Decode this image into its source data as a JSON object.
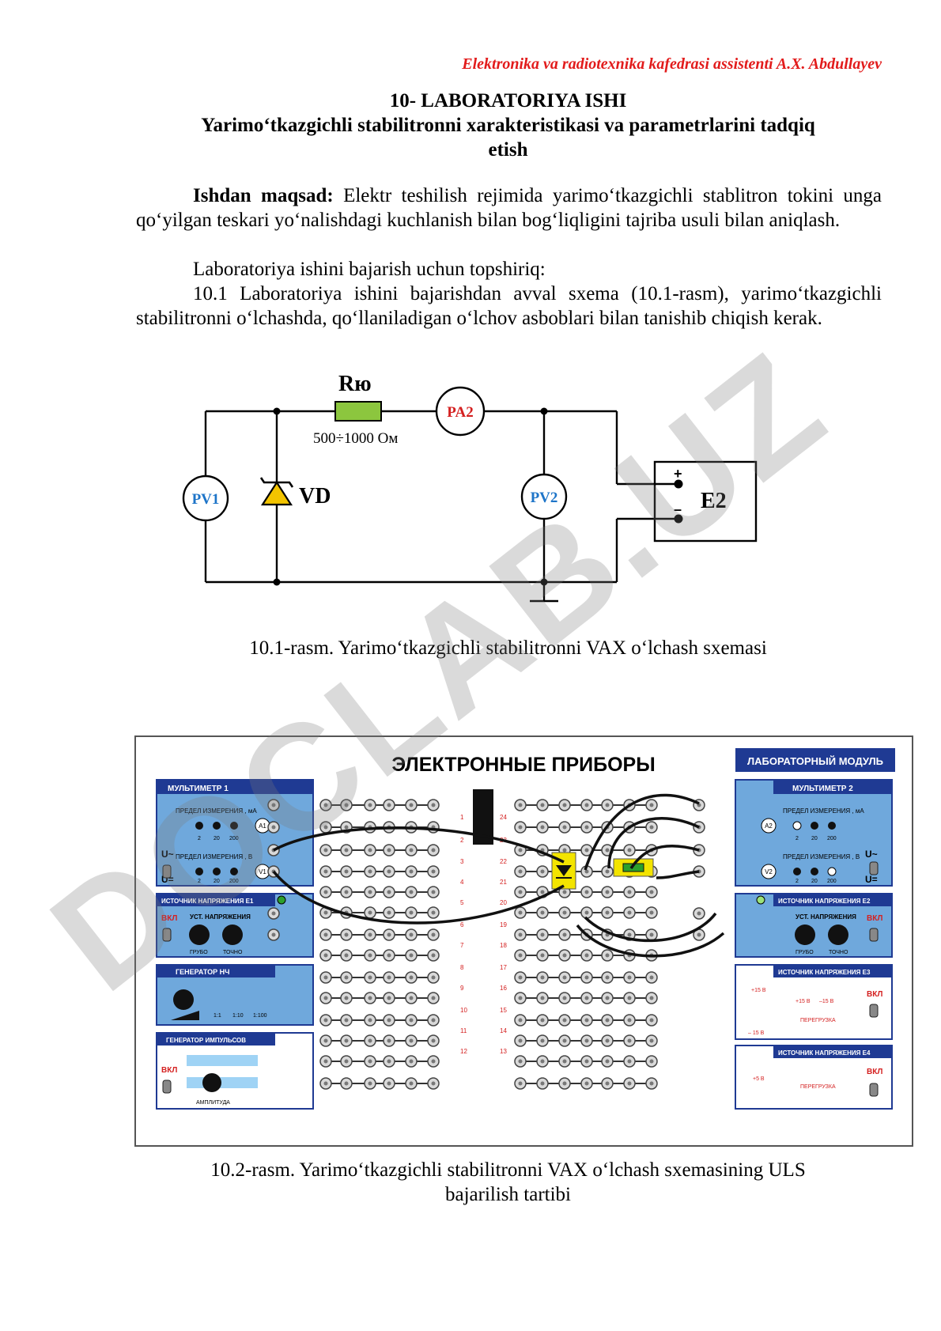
{
  "header_note": "Elektronika va radiotexnika kafedrasi assistenti A.X. Abdullayev",
  "title": {
    "line1": "10- LABORATORIYA ISHI",
    "line2": "Yarimo‘tkazgichli stabilitronni xarakteristikasi va parametrlarini tadqiq",
    "line3": "etish"
  },
  "body": {
    "goal_label": "Ishdan maqsad:",
    "goal_text": "Elektr teshilish rejimida yarimo‘tkazgichli stablitron tokini unga qo‘yilgan teskari yo‘nalishdagi kuchlanish bilan bog‘liqligini tajriba usuli bilan aniqlash.",
    "task_intro": "Laboratoriya ishini bajarish uchun topshiriq:",
    "step_1": "10.1 Laboratoriya ishini bajarishdan avval sxema (10.1-rasm), yarimo‘tkazgichli stabilitronni o‘lchashda, qo‘llaniladigan o‘lchov asboblari bilan tanishib chiqish kerak."
  },
  "figure1": {
    "resistor_label": "Rю",
    "resistor_value": "500÷1000 Ом",
    "ammeter": "PA2",
    "voltmeter_left": "PV1",
    "voltmeter_right": "PV2",
    "diode": "VD",
    "source": "E2",
    "plus": "+",
    "minus": "–",
    "caption": "10.1-rasm. Yarimo‘tkazgichli stabilitronni VAX o‘lchash sxemasi"
  },
  "figure2": {
    "main_title": "ЭЛЕКТРОННЫЕ ПРИБОРЫ",
    "module_title": "ЛАБОРАТОРНЫЙ МОДУЛЬ",
    "multimeter1": "МУЛЬТИМЕТР 1",
    "multimeter2": "МУЛЬТИМЕТР 2",
    "range_ma": "ПРЕДЕЛ ИЗМЕРЕНИЯ , мА",
    "range_v": "ПРЕДЕЛ ИЗМЕРЕНИЯ , В",
    "range_2": "2",
    "range_20": "20",
    "range_200": "200",
    "u_ac": "U~",
    "u_dc": "U=",
    "a1": "A1",
    "v1": "V1",
    "a2": "A2",
    "v2": "V2",
    "source_e1": "ИСТОЧНИК НАПРЯЖЕНИЯ  E1",
    "source_e2": "ИСТОЧНИК НАПРЯЖЕНИЯ  E2",
    "source_e3": "ИСТОЧНИК НАПРЯЖЕНИЯ  E3",
    "source_e4": "ИСТОЧНИК НАПРЯЖЕНИЯ  E4",
    "vkl": "ВКЛ",
    "set_voltage": "УСТ. НАПРЯЖЕНИЯ",
    "coarse": "ГРУБО",
    "fine": "ТОЧНО",
    "generator_lf": "ГЕНЕРАТОР  НЧ",
    "ratio_1": "1:1",
    "ratio_10": "1:10",
    "ratio_100": "1:100",
    "generator_pulse": "ГЕНЕРАТОР  ИМПУЛЬСОВ",
    "amplitude": "АМПЛИТУДА",
    "plus15": "+15 В",
    "minus15": "– 15 В",
    "plus15b": "+15 В",
    "minus15b": "–15 В",
    "overload": "ПЕРЕГРУЗКА",
    "plus5": "+5 В",
    "pin_nums_left": [
      "1",
      "2",
      "3",
      "4",
      "5",
      "6",
      "7",
      "8",
      "9",
      "10",
      "11",
      "12"
    ],
    "pin_nums_right": [
      "24",
      "23",
      "22",
      "21",
      "20",
      "19",
      "18",
      "17",
      "16",
      "15",
      "14",
      "13"
    ],
    "caption_line1": "10.2-rasm. Yarimo‘tkazgichli stabilitronni VAX o‘lchash sxemasining ULS",
    "caption_line2": "bajarilish tartibi"
  },
  "watermark": "DOCLAB.UZ",
  "colors": {
    "header_red": "#e21b1b",
    "meter_red": "#d42020",
    "meter_blue": "#1d74c8",
    "panel_blue": "#6fa8dc",
    "panel_header": "#1f3a93",
    "resistor_green": "#8cc63e",
    "diode_yellow": "#f3c400"
  }
}
